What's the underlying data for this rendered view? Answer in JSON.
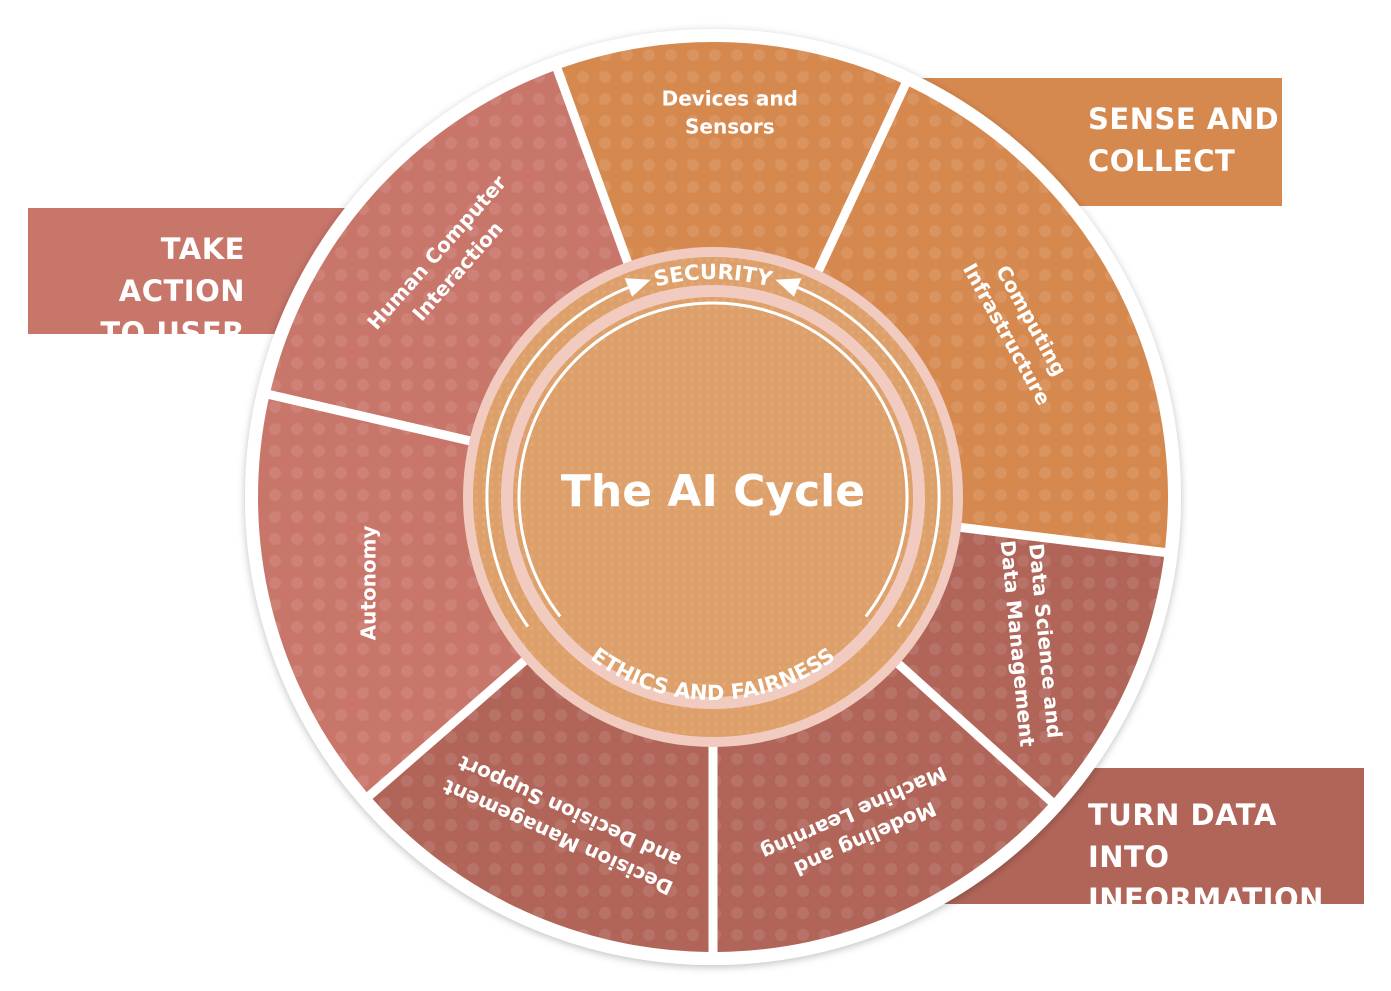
{
  "title": "The AI Cycle",
  "inner_ring": {
    "top_label": "SECURITY",
    "bottom_label": "ETHICS AND FAIRNESS"
  },
  "phases": [
    {
      "id": "sense",
      "label_line1": "SENSE AND",
      "label_line2": "COLLECT",
      "color": "#d6894f"
    },
    {
      "id": "action",
      "label_line1": "TAKE ACTION",
      "label_line2": "TO USER",
      "color": "#c8756a"
    },
    {
      "id": "turn",
      "label_line1": "TURN DATA INTO",
      "label_line2": "INFORMATION",
      "color": "#b16559"
    }
  ],
  "segments": [
    {
      "name": "devices-and-sensors",
      "line1": "Devices and",
      "line2": "Sensors",
      "color": "#d6894f",
      "phase": "SENSE AND COLLECT"
    },
    {
      "name": "computing-infrastructure",
      "line1": "Computing",
      "line2": "Infrastructure",
      "color": "#d6894f",
      "phase": "SENSE AND COLLECT"
    },
    {
      "name": "data-science-and-data-management",
      "line1": "Data Science and",
      "line2": "Data Management",
      "color": "#b16559",
      "phase": "TURN DATA INTO INFORMATION"
    },
    {
      "name": "modeling-and-machine-learning",
      "line1": "Modeling and",
      "line2": "Machine Learning",
      "color": "#b16559",
      "phase": "TURN DATA INTO INFORMATION"
    },
    {
      "name": "decision-management-and-decision-support",
      "line1": "Decision Management",
      "line2": "and Decision Support",
      "color": "#b16559",
      "phase": "TURN DATA INTO INFORMATION"
    },
    {
      "name": "autonomy",
      "line1": "Autonomy",
      "line2": "",
      "color": "#c8756a",
      "phase": "TAKE ACTION TO USER"
    },
    {
      "name": "human-computer-interaction",
      "line1": "Human Computer",
      "line2": "Interaction",
      "color": "#c8756a",
      "phase": "TAKE ACTION TO USER"
    }
  ],
  "colors": {
    "center_fill": "#dea06a",
    "ring_pink": "#f1cbbf",
    "divider": "#ffffff"
  }
}
